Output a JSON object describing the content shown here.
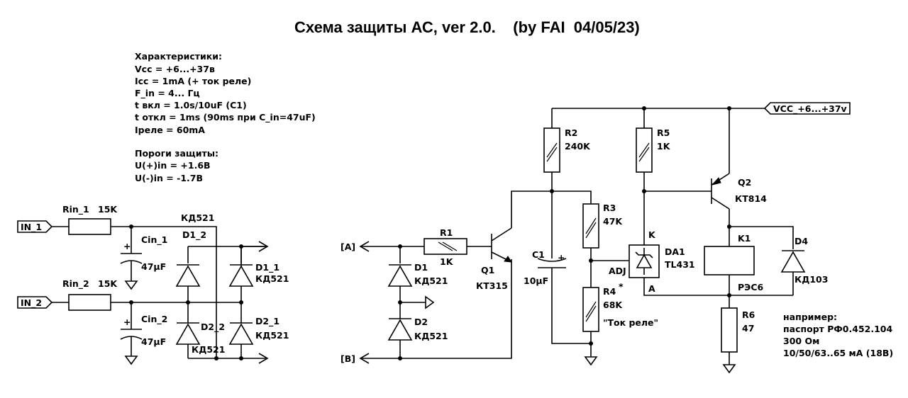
{
  "title": "Схема защиты АС, ver 2.0.    (by FAI  04/05/23)",
  "characteristics": {
    "heading": "Характеристики:",
    "lines": [
      "Vcc = +6...+37в",
      "Icc = 1mA (+ ток реле)",
      "F_in =  4... Гц",
      "t вкл = 1.0s/10uF (C1)",
      "t откл = 1ms (90ms при C_in=47uF)",
      "Iреле = 60mA"
    ]
  },
  "thresholds": {
    "heading": "Пороги защиты:",
    "lines": [
      "U(+)in = +1.6В",
      "U(-)in = -1.7В"
    ]
  },
  "ports": {
    "in1": "IN_1",
    "in2": "IN_2",
    "vcc": "VCC_+6...+37v",
    "a": "[A]",
    "b": "[B]"
  },
  "components": {
    "rin1": {
      "name": "Rin_1",
      "value": "15K"
    },
    "rin2": {
      "name": "Rin_2",
      "value": "15K"
    },
    "cin1": {
      "name": "Cin_1",
      "value": "47µF"
    },
    "cin2": {
      "name": "Cin_2",
      "value": "47µF"
    },
    "bridge_type_top": "КД521",
    "d1_2": {
      "name": "D1_2"
    },
    "d1_1": {
      "name": "D1_1",
      "value": "КД521"
    },
    "d2_2": {
      "name": "D2_2",
      "value": "КД521"
    },
    "d2_1": {
      "name": "D2_1",
      "value": "КД521"
    },
    "r1": {
      "name": "R1",
      "value": "1K"
    },
    "d1": {
      "name": "D1",
      "value": "КД521"
    },
    "d2": {
      "name": "D2",
      "value": "КД521"
    },
    "q1": {
      "name": "Q1",
      "value": "КТ315"
    },
    "r2": {
      "name": "R2",
      "value": "240K"
    },
    "c1": {
      "name": "C1",
      "value": "10µF"
    },
    "r3": {
      "name": "R3",
      "value": "47K"
    },
    "r4": {
      "name": "R4",
      "mark": "*",
      "value": "68K",
      "note": "\"Ток реле\""
    },
    "r5": {
      "name": "R5",
      "value": "1K"
    },
    "da1": {
      "name": "DA1",
      "value": "TL431",
      "pin_k": "K",
      "pin_a": "A",
      "pin_adj": "ADJ"
    },
    "q2": {
      "name": "Q2",
      "value": "КТ814"
    },
    "k1": {
      "name": "K1",
      "value": "РЭС6"
    },
    "d4": {
      "name": "D4",
      "value": "КД103"
    },
    "r6": {
      "name": "R6",
      "value": "47"
    }
  },
  "relay_note": [
    "например:",
    "паспорт РФ0.452.104",
    "300 Ом",
    "10/50/63..65 мА (18В)"
  ],
  "plus_sign": "+"
}
